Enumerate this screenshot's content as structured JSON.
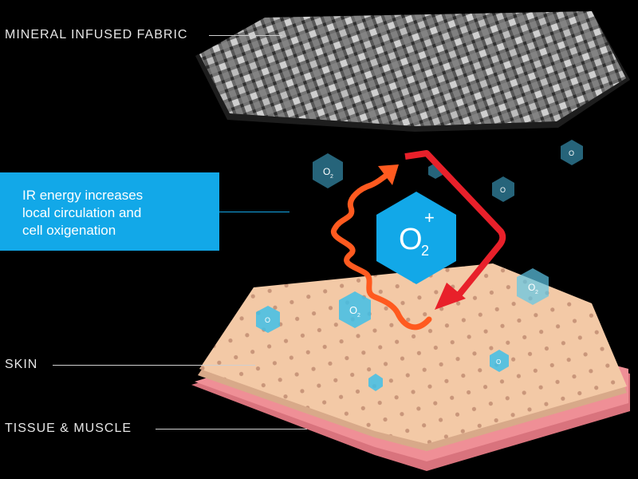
{
  "labels": {
    "fabric": "MINERAL INFUSED FABRIC",
    "skin": "SKIN",
    "tissue": "TISSUE & MUSCLE"
  },
  "callout": {
    "lines": [
      "IR energy increases",
      "local circulation and",
      "cell oxigenation"
    ]
  },
  "central_badge": {
    "symbol": "O",
    "subscript": "2",
    "charge": "+"
  },
  "colors": {
    "background": "#000000",
    "callout": "#12a8e8",
    "skin": "#f3c9a6",
    "tissue": "#ef8f96",
    "arrow_red": "#e8202a",
    "arrow_orange": "#ff5a1f",
    "oxygen_blue": "#2bb6e6"
  }
}
